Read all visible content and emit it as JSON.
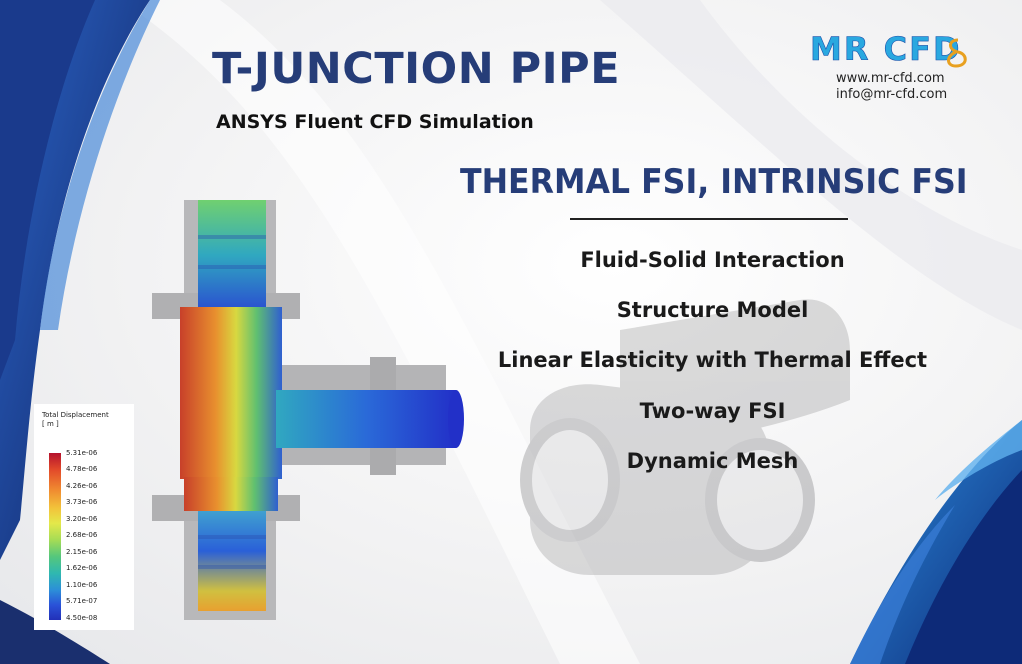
{
  "header": {
    "title": "T-JUNCTION PIPE",
    "subtitle": "ANSYS Fluent CFD Simulation"
  },
  "headline": "THERMAL FSI, INTRINSIC FSI",
  "features": [
    "Fluid-Solid Interaction",
    "Structure Model",
    "Linear Elasticity with Thermal Effect",
    "Two-way FSI",
    "Dynamic Mesh"
  ],
  "brand": {
    "logo_text": "MR CFD",
    "website": "www.mr-cfd.com",
    "email": "info@mr-cfd.com"
  },
  "legend": {
    "title_line1": "Total Displacement",
    "title_line2": "[ m ]",
    "ticks": [
      "5.31e-06",
      "4.78e-06",
      "4.26e-06",
      "3.73e-06",
      "3.20e-06",
      "2.68e-06",
      "2.15e-06",
      "1.62e-06",
      "1.10e-06",
      "5.71e-07",
      "4.50e-08"
    ]
  },
  "colors": {
    "brand_blue": "#263d78",
    "accent_blue": "#1d4fa8",
    "light_blue": "#2aa8e0"
  }
}
